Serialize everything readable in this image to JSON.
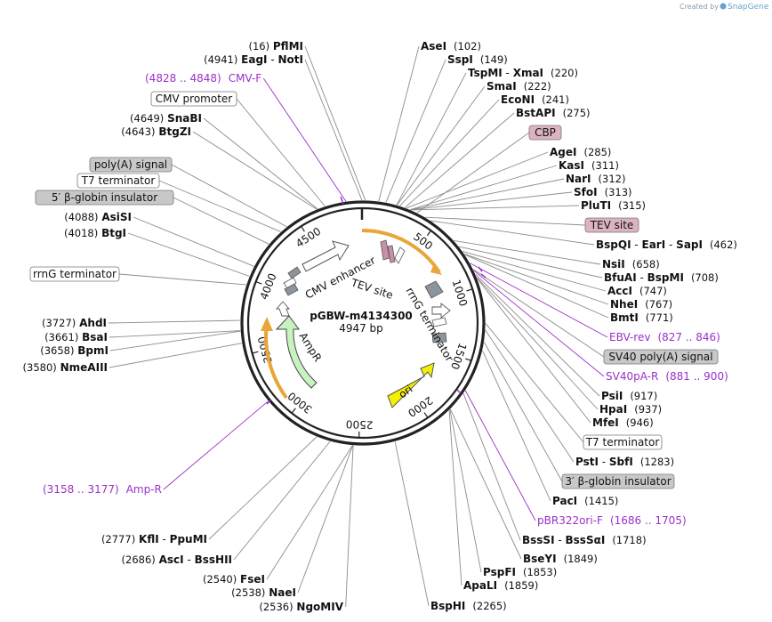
{
  "credit": {
    "prefix": "Created by",
    "brand": "SnapGene"
  },
  "plasmid": {
    "name": "pGBW-m4134300",
    "length": "4947 bp",
    "bp": 4947
  },
  "ticks": [
    {
      "label": "500",
      "bp": 500
    },
    {
      "label": "1000",
      "bp": 1000
    },
    {
      "label": "1500",
      "bp": 1500
    },
    {
      "label": "2000",
      "bp": 2000
    },
    {
      "label": "2500",
      "bp": 2500
    },
    {
      "label": "3000",
      "bp": 3000
    },
    {
      "label": "3500",
      "bp": 3500
    },
    {
      "label": "4000",
      "bp": 4000
    },
    {
      "label": "4500",
      "bp": 4500
    }
  ],
  "sites": [
    {
      "id": "pfl",
      "parts": [
        "PflMI"
      ],
      "pos": "(16)",
      "bp": 16,
      "side": "L"
    },
    {
      "id": "eag",
      "parts": [
        "EagI",
        "NotI"
      ],
      "pos": "(4941)",
      "bp": 4941,
      "side": "L"
    },
    {
      "id": "sna",
      "parts": [
        "SnaBI"
      ],
      "pos": "(4649)",
      "bp": 4649,
      "side": "L"
    },
    {
      "id": "btgz",
      "parts": [
        "BtgZI"
      ],
      "pos": "(4643)",
      "bp": 4643,
      "side": "L"
    },
    {
      "id": "asisi",
      "parts": [
        "AsiSI"
      ],
      "pos": "(4088)",
      "bp": 4088,
      "side": "L"
    },
    {
      "id": "btgi",
      "parts": [
        "BtgI"
      ],
      "pos": "(4018)",
      "bp": 4018,
      "side": "L"
    },
    {
      "id": "ahd",
      "parts": [
        "AhdI"
      ],
      "pos": "(3727)",
      "bp": 3727,
      "side": "L"
    },
    {
      "id": "bsai",
      "parts": [
        "BsaI"
      ],
      "pos": "(3661)",
      "bp": 3661,
      "side": "L"
    },
    {
      "id": "bpm",
      "parts": [
        "BpmI"
      ],
      "pos": "(3658)",
      "bp": 3658,
      "side": "L"
    },
    {
      "id": "nme",
      "parts": [
        "NmeAIII"
      ],
      "pos": "(3580)",
      "bp": 3580,
      "side": "L"
    },
    {
      "id": "kfl",
      "parts": [
        "KflI",
        "PpuMI"
      ],
      "pos": "(2777)",
      "bp": 2777,
      "side": "L"
    },
    {
      "id": "asc",
      "parts": [
        "AscI",
        "BssHII"
      ],
      "pos": "(2686)",
      "bp": 2686,
      "side": "L"
    },
    {
      "id": "fse",
      "parts": [
        "FseI"
      ],
      "pos": "(2540)",
      "bp": 2540,
      "side": "L"
    },
    {
      "id": "nae",
      "parts": [
        "NaeI"
      ],
      "pos": "(2538)",
      "bp": 2538,
      "side": "L"
    },
    {
      "id": "ngo",
      "parts": [
        "NgoMIV"
      ],
      "pos": "(2536)",
      "bp": 2536,
      "side": "L"
    },
    {
      "id": "ase",
      "parts": [
        "AseI"
      ],
      "pos": "(102)",
      "bp": 102,
      "side": "R"
    },
    {
      "id": "ssp",
      "parts": [
        "SspI"
      ],
      "pos": "(149)",
      "bp": 149,
      "side": "R"
    },
    {
      "id": "tsp",
      "parts": [
        "TspMI",
        "XmaI"
      ],
      "pos": "(220)",
      "bp": 220,
      "side": "R"
    },
    {
      "id": "sma",
      "parts": [
        "SmaI"
      ],
      "pos": "(222)",
      "bp": 222,
      "side": "R"
    },
    {
      "id": "eco",
      "parts": [
        "EcoNI"
      ],
      "pos": "(241)",
      "bp": 241,
      "side": "R"
    },
    {
      "id": "bst",
      "parts": [
        "BstAPI"
      ],
      "pos": "(275)",
      "bp": 275,
      "side": "R"
    },
    {
      "id": "age",
      "parts": [
        "AgeI"
      ],
      "pos": "(285)",
      "bp": 285,
      "side": "R"
    },
    {
      "id": "kas",
      "parts": [
        "KasI"
      ],
      "pos": "(311)",
      "bp": 311,
      "side": "R"
    },
    {
      "id": "nar",
      "parts": [
        "NarI"
      ],
      "pos": "(312)",
      "bp": 312,
      "side": "R"
    },
    {
      "id": "sfo",
      "parts": [
        "SfoI"
      ],
      "pos": "(313)",
      "bp": 313,
      "side": "R"
    },
    {
      "id": "plu",
      "parts": [
        "PluTI"
      ],
      "pos": "(315)",
      "bp": 315,
      "side": "R"
    },
    {
      "id": "bspq",
      "parts": [
        "BspQI",
        "EarI",
        "SapI"
      ],
      "pos": "(462)",
      "bp": 462,
      "side": "R"
    },
    {
      "id": "nsi",
      "parts": [
        "NsiI"
      ],
      "pos": "(658)",
      "bp": 658,
      "side": "R"
    },
    {
      "id": "bfu",
      "parts": [
        "BfuAI",
        "BspMI"
      ],
      "pos": "(708)",
      "bp": 708,
      "side": "R"
    },
    {
      "id": "acc",
      "parts": [
        "AccI"
      ],
      "pos": "(747)",
      "bp": 747,
      "side": "R"
    },
    {
      "id": "nhe",
      "parts": [
        "NheI"
      ],
      "pos": "(767)",
      "bp": 767,
      "side": "R"
    },
    {
      "id": "bmt",
      "parts": [
        "BmtI"
      ],
      "pos": "(771)",
      "bp": 771,
      "side": "R"
    },
    {
      "id": "psi",
      "parts": [
        "PsiI"
      ],
      "pos": "(917)",
      "bp": 917,
      "side": "R"
    },
    {
      "id": "hpa",
      "parts": [
        "HpaI"
      ],
      "pos": "(937)",
      "bp": 937,
      "side": "R"
    },
    {
      "id": "mfe",
      "parts": [
        "MfeI"
      ],
      "pos": "(946)",
      "bp": 946,
      "side": "R"
    },
    {
      "id": "pst",
      "parts": [
        "PstI",
        "SbfI"
      ],
      "pos": "(1283)",
      "bp": 1283,
      "side": "R"
    },
    {
      "id": "pac",
      "parts": [
        "PacI"
      ],
      "pos": "(1415)",
      "bp": 1415,
      "side": "R"
    },
    {
      "id": "bsss",
      "parts": [
        "BssSI",
        "BssSαI"
      ],
      "pos": "(1718)",
      "bp": 1718,
      "side": "R"
    },
    {
      "id": "bsey",
      "parts": [
        "BseYI"
      ],
      "pos": "(1849)",
      "bp": 1849,
      "side": "R"
    },
    {
      "id": "pspf",
      "parts": [
        "PspFI"
      ],
      "pos": "(1853)",
      "bp": 1853,
      "side": "R"
    },
    {
      "id": "apal",
      "parts": [
        "ApaLI"
      ],
      "pos": "(1859)",
      "bp": 1859,
      "side": "R"
    },
    {
      "id": "bsph",
      "parts": [
        "BspHI"
      ],
      "pos": "(2265)",
      "bp": 2265,
      "side": "R"
    }
  ],
  "primers": [
    {
      "id": "cmvf",
      "name": "CMV-F",
      "range": "(4828 .. 4848)",
      "bp": 4838,
      "side": "L"
    },
    {
      "id": "ebv",
      "name": "EBV-rev",
      "range": "(827 .. 846)",
      "bp": 836,
      "side": "R"
    },
    {
      "id": "sv40r",
      "name": "SV40pA-R",
      "range": "(881 .. 900)",
      "bp": 890,
      "side": "R"
    },
    {
      "id": "pbrf",
      "name": "pBR322ori-F",
      "range": "(1686 .. 1705)",
      "bp": 1695,
      "side": "R"
    },
    {
      "id": "ampr",
      "name": "Amp-R",
      "range": "(3158 .. 3177)",
      "bp": 3167,
      "side": "L"
    }
  ],
  "feature_labels": [
    {
      "id": "cmvp",
      "text": "CMV promoter",
      "bp": 4700,
      "fill": "#ffffff",
      "side": "L"
    },
    {
      "id": "polya",
      "text": "poly(A) signal",
      "bp": 4420,
      "fill": "#c8c8c8",
      "side": "L"
    },
    {
      "id": "t7a",
      "text": "T7 terminator",
      "bp": 4370,
      "fill": "#ffffff",
      "side": "L"
    },
    {
      "id": "bglob5",
      "text": "5′ β-globin insulator",
      "bp": 4260,
      "fill": "#c8c8c8",
      "side": "L"
    },
    {
      "id": "rrng",
      "text": "rrnG terminator",
      "bp": 3960,
      "fill": "#ffffff",
      "side": "L"
    },
    {
      "id": "cbp",
      "text": "CBP",
      "bp": 360,
      "fill": "#dcb4c0",
      "side": "R"
    },
    {
      "id": "tev",
      "text": "TEV site",
      "bp": 420,
      "fill": "#dcb4c0",
      "side": "R"
    },
    {
      "id": "sv40pa",
      "text": "SV40 poly(A) signal",
      "bp": 880,
      "fill": "#c8c8c8",
      "side": "R"
    },
    {
      "id": "t7b",
      "text": "T7 terminator",
      "bp": 1240,
      "fill": "#ffffff",
      "side": "R"
    },
    {
      "id": "bglob3",
      "text": "3′ β-globin insulator",
      "bp": 1360,
      "fill": "#c8c8c8",
      "side": "R"
    }
  ],
  "inner_labels": {
    "cmv_enhancer": "CMV enhancer",
    "tev_site": "TEV site",
    "rrng_terminator": "rrnG terminator",
    "ampr": "AmpR",
    "ori": "ori"
  },
  "colors": {
    "backbone": "#222222",
    "primer": "#9b30c8",
    "orange": "#e8a53a",
    "ampr": "#c8f2c0",
    "ori": "#f4f000",
    "grey": "#8c949c",
    "pink": "#c890a8",
    "leader": "#8c8c8c"
  }
}
